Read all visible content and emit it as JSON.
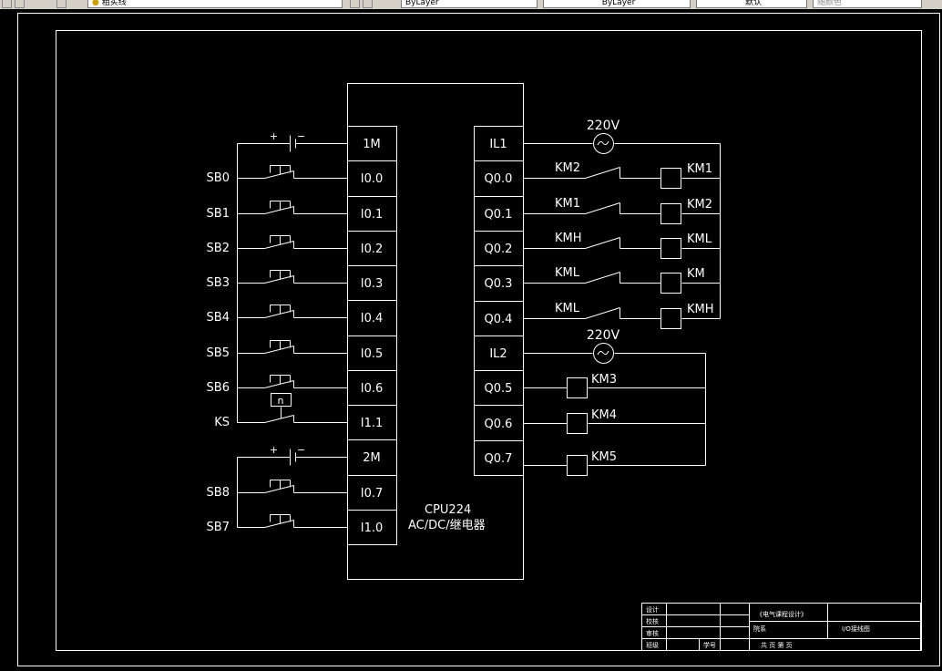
{
  "toolbar": {
    "layer_name": "粗实线",
    "color_control": "ByLayer",
    "linetype_control": "ByLayer",
    "lineweight_control": "默认",
    "plotstyle_control": "随颜色"
  },
  "plc": {
    "model": "CPU224",
    "type": "AC/DC/继电器",
    "inputs": [
      {
        "terminal": "1M",
        "device": ""
      },
      {
        "terminal": "I0.0",
        "device": "SB0"
      },
      {
        "terminal": "I0.1",
        "device": "SB1"
      },
      {
        "terminal": "I0.2",
        "device": "SB2"
      },
      {
        "terminal": "I0.3",
        "device": "SB3"
      },
      {
        "terminal": "I0.4",
        "device": "SB4"
      },
      {
        "terminal": "I0.5",
        "device": "SB5"
      },
      {
        "terminal": "I0.6",
        "device": "SB6"
      },
      {
        "terminal": "I1.1",
        "device": "KS"
      },
      {
        "terminal": "2M",
        "device": ""
      },
      {
        "terminal": "I0.7",
        "device": "SB8"
      },
      {
        "terminal": "I1.0",
        "device": "SB7"
      }
    ],
    "ks_symbol": "n",
    "battery_plus": "+",
    "battery_minus": "−",
    "outputs": [
      {
        "terminal": "IL1",
        "contact": "",
        "coil": ""
      },
      {
        "terminal": "Q0.0",
        "contact": "KM2",
        "coil": "KM1"
      },
      {
        "terminal": "Q0.1",
        "contact": "KM1",
        "coil": "KM2"
      },
      {
        "terminal": "Q0.2",
        "contact": "KMH",
        "coil": "KML"
      },
      {
        "terminal": "Q0.3",
        "contact": "KML",
        "coil": "KM"
      },
      {
        "terminal": "Q0.4",
        "contact": "KML",
        "coil": "KMH"
      },
      {
        "terminal": "IL2",
        "contact": "",
        "coil": ""
      },
      {
        "terminal": "Q0.5",
        "contact": "",
        "coil": "KM3"
      },
      {
        "terminal": "Q0.6",
        "contact": "",
        "coil": "KM4"
      },
      {
        "terminal": "Q0.7",
        "contact": "",
        "coil": "KM5"
      }
    ],
    "supply1": "220V",
    "supply2": "220V"
  },
  "title_block": {
    "row_labels": [
      "设计",
      "校核",
      "审核",
      "班级"
    ],
    "student_id_label": "学号",
    "project_title": "《电气课程设计》",
    "school_label": "院系",
    "drawing_name": "I/O接线图",
    "footer": "共  页  第  页"
  },
  "colors": {
    "background": "#000000",
    "lines": "#ffffff",
    "toolbar": "#d4d0c8"
  }
}
